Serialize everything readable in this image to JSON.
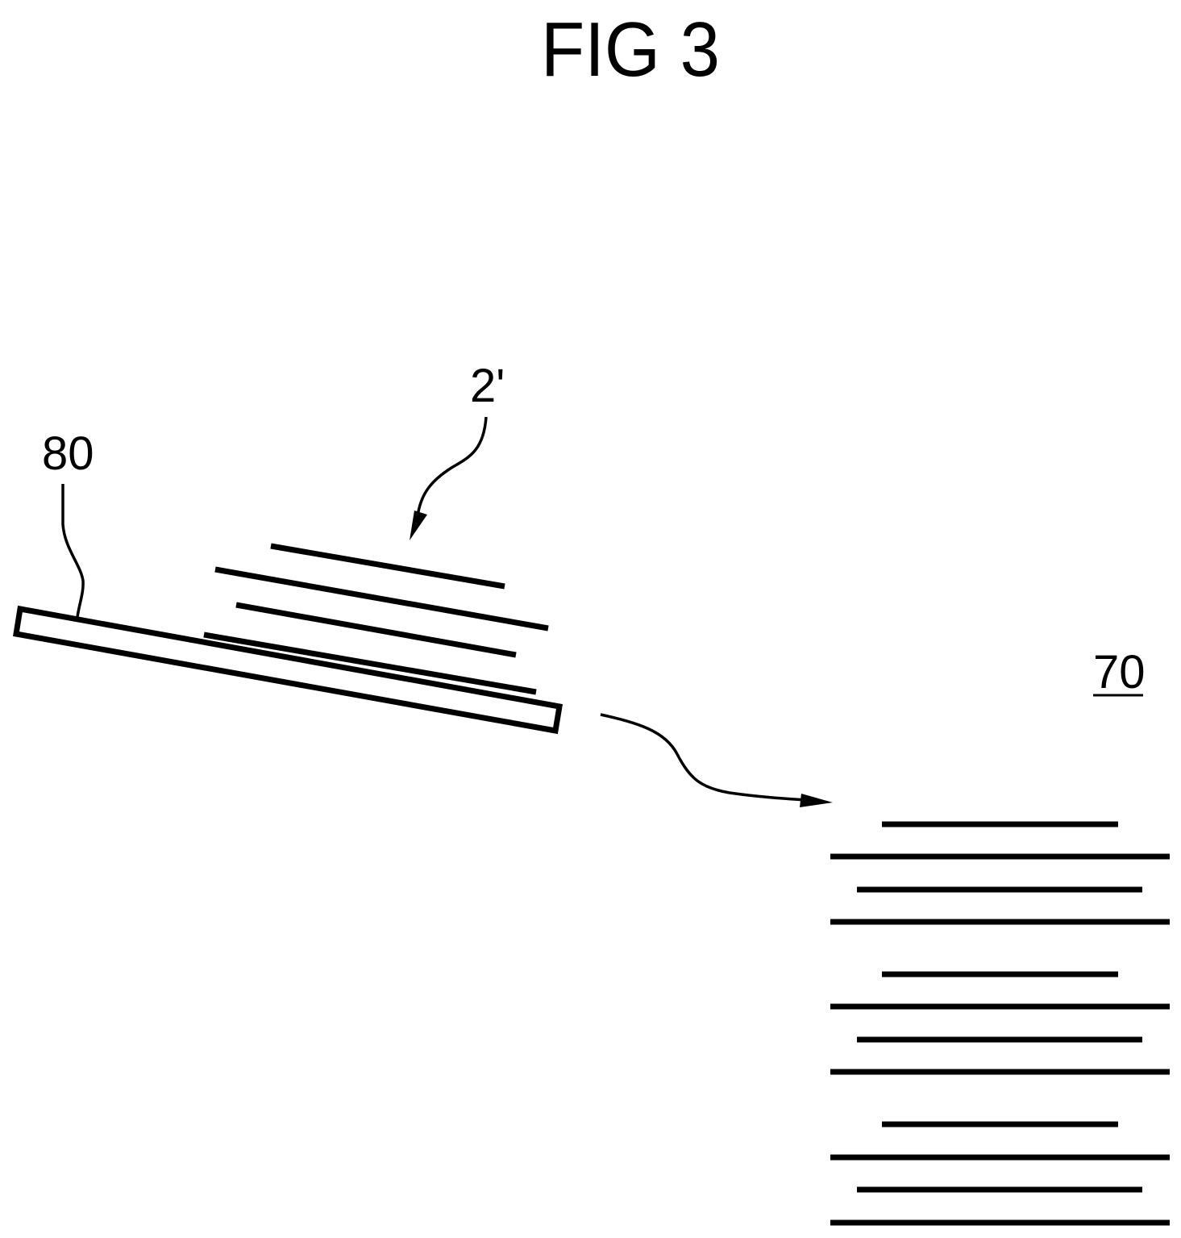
{
  "figure": {
    "title": "FIG  3",
    "ref_sheet_stack": "2'",
    "ref_carrier_plate": "80",
    "ref_target_stack": "70"
  },
  "colors": {
    "ink": "#000000",
    "paper": "#ffffff"
  }
}
